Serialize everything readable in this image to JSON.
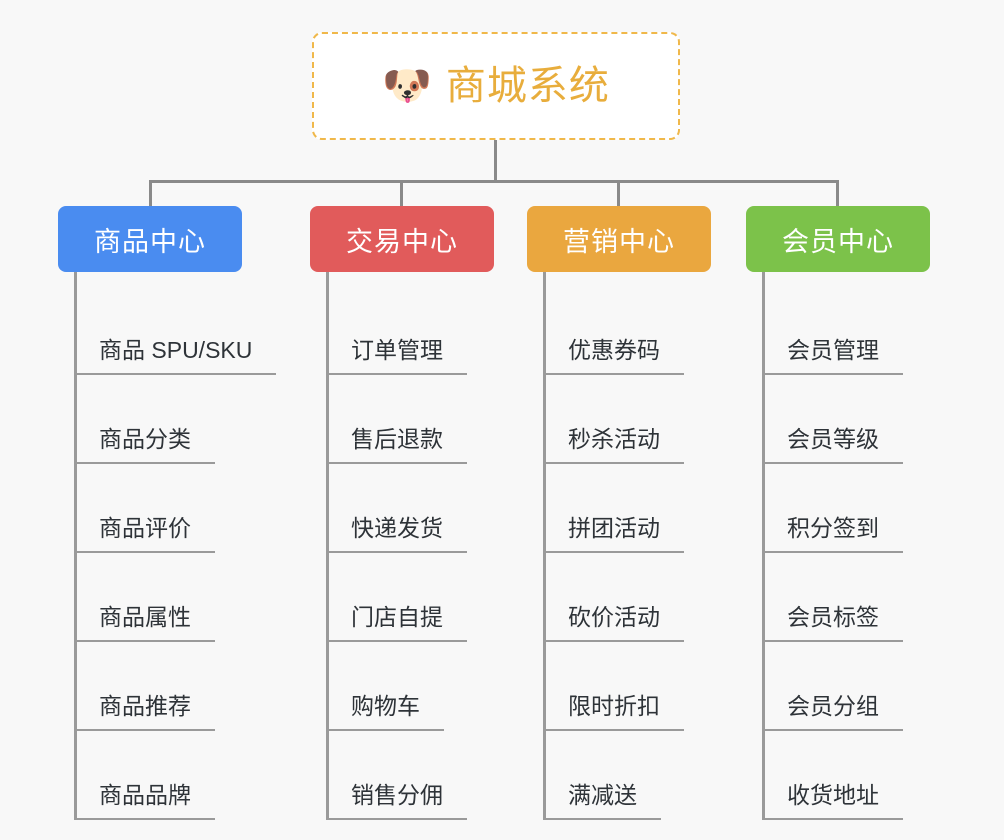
{
  "diagram": {
    "type": "mindmap",
    "background_color": "#f8f8f8",
    "root": {
      "icon": "shiba-dog-emoji",
      "emoji": "🐶",
      "title": "商城系统",
      "title_color": "#e8ad3c",
      "border_color": "#f0b84a",
      "border_style": "dashed"
    },
    "connector_color": "#8a8a8a",
    "branches": [
      {
        "label": "商品中心",
        "color": "#4a8cf0",
        "items": [
          "商品 SPU/SKU",
          "商品分类",
          "商品评价",
          "商品属性",
          "商品推荐",
          "商品品牌"
        ]
      },
      {
        "label": "交易中心",
        "color": "#e15b5b",
        "items": [
          "订单管理",
          "售后退款",
          "快递发货",
          "门店自提",
          "购物车",
          "销售分佣"
        ]
      },
      {
        "label": "营销中心",
        "color": "#eaa73f",
        "items": [
          "优惠券码",
          "秒杀活动",
          "拼团活动",
          "砍价活动",
          "限时折扣",
          "满减送"
        ]
      },
      {
        "label": "会员中心",
        "color": "#7cc24a",
        "items": [
          "会员管理",
          "会员等级",
          "积分签到",
          "会员标签",
          "会员分组",
          "收货地址"
        ]
      }
    ]
  }
}
